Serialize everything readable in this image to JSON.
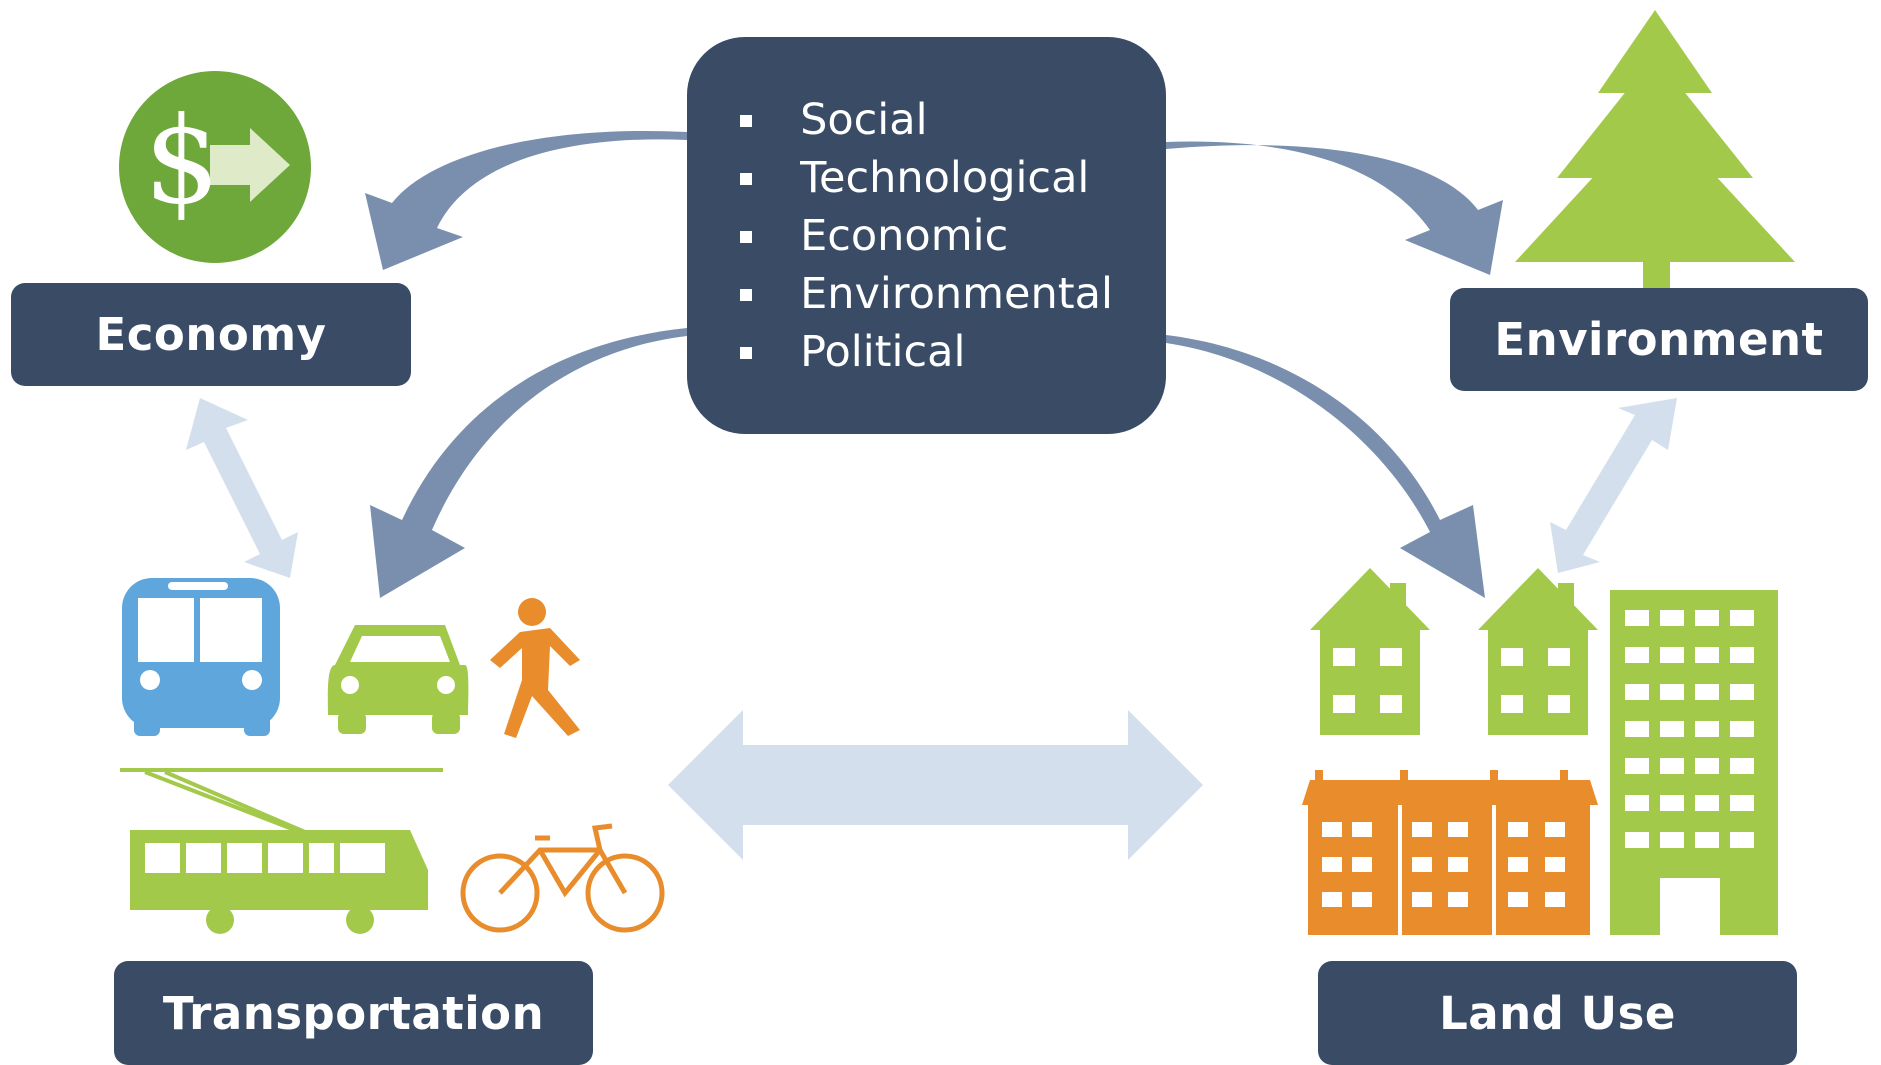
{
  "drivers": [
    "Social",
    "Technological",
    "Economic",
    "Environmental",
    "Political"
  ],
  "nodes": {
    "economy": "Economy",
    "environment": "Environment",
    "transportation": "Transportation",
    "land_use": "Land Use"
  },
  "colors": {
    "box": "#3a4b66",
    "driver_arrow": "#7a8fae",
    "feedback_arrow": "#d3dfed",
    "green": "#a3c94a",
    "dark_green": "#6fa83a",
    "blue": "#5fa6dd",
    "orange": "#e88c2c"
  },
  "icons": {
    "economy": "dollar-arrow-icon",
    "environment": "pine-tree-icon",
    "transportation": [
      "bus-icon",
      "car-icon",
      "pedestrian-icon",
      "trolleybus-icon",
      "bicycle-icon"
    ],
    "land_use": [
      "house-icon",
      "house-icon",
      "apartment-block-icon",
      "tower-building-icon"
    ]
  }
}
